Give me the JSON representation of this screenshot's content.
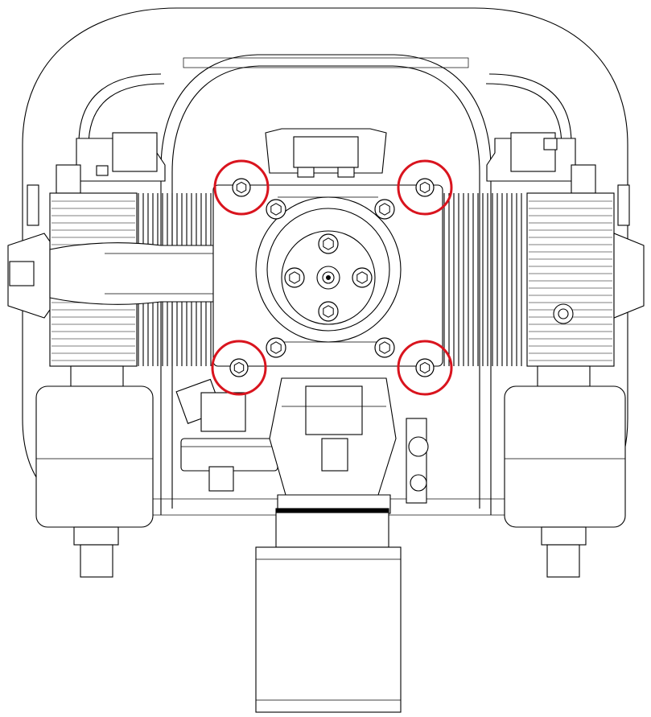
{
  "figure": {
    "subject": "boxer-engine-front-view",
    "colors": {
      "line": "#000000",
      "background": "#ffffff",
      "highlight": "#d9141e"
    },
    "highlight_icon": "circle-outline",
    "highlighted_bolts_count": 4
  }
}
